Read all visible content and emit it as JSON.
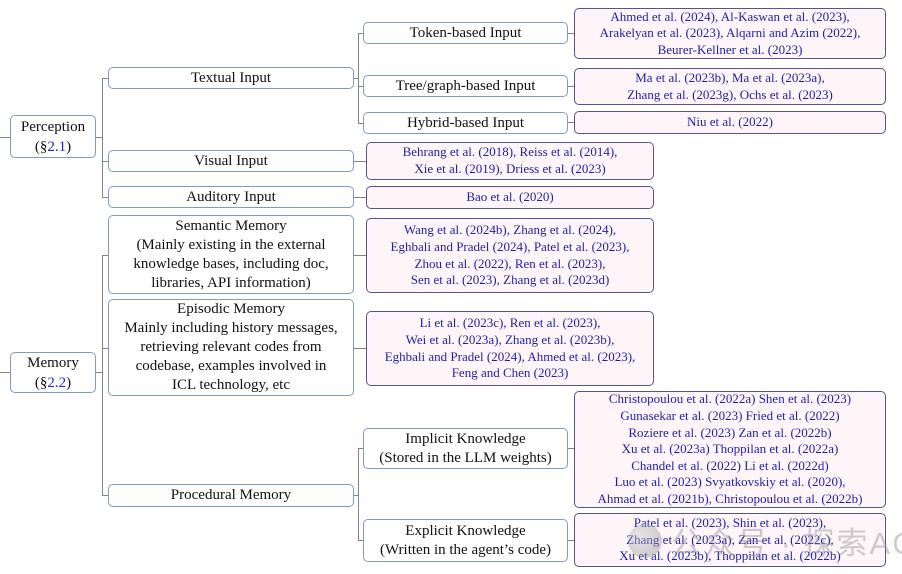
{
  "nodes": {
    "perception": {
      "title": "Perception",
      "sec_pre": "(§",
      "sec_num": "2.1",
      "sec_post": ")"
    },
    "memory": {
      "title": "Memory",
      "sec_pre": "(§",
      "sec_num": "2.2",
      "sec_post": ")"
    },
    "textual": {
      "label": "Textual Input"
    },
    "visual": {
      "label": "Visual Input"
    },
    "auditory": {
      "label": "Auditory Input"
    },
    "token": {
      "label": "Token-based Input"
    },
    "tree": {
      "label": "Tree/graph-based Input"
    },
    "hybrid": {
      "label": "Hybrid-based Input"
    },
    "semantic": {
      "label": "Semantic Memory\n(Mainly existing in the external\nknowledge bases, including doc,\nlibraries, API information)"
    },
    "episodic": {
      "label": "Episodic Memory\nMainly including history messages,\nretrieving relevant codes from\ncodebase, examples involved in\nICL technology, etc"
    },
    "procedural": {
      "label": "Procedural Memory"
    },
    "implicit": {
      "label": "Implicit Knowledge\n(Stored in the LLM weights)"
    },
    "explicit": {
      "label": "Explicit Knowledge\n(Written in the agent’s code)"
    }
  },
  "citations": {
    "token": "Ahmed et al. (2024), Al-Kaswan et al. (2023),\nArakelyan et al. (2023), Alqarni and Azim (2022),\nBeurer-Kellner et al. (2023)",
    "tree": "Ma et al. (2023b), Ma et al. (2023a),\nZhang et al. (2023g), Ochs et al. (2023)",
    "hybrid": "Niu et al. (2022)",
    "visual": "Behrang et al. (2018), Reiss et al. (2014),\nXie et al. (2019), Driess et al. (2023)",
    "auditory": "Bao et al. (2020)",
    "semantic": "Wang et al. (2024b), Zhang et al. (2024),\nEghbali and Pradel (2024), Patel et al. (2023),\nZhou et al. (2022), Ren et al. (2023),\nSen et al. (2023), Zhang et al. (2023d)",
    "episodic": "Li et al. (2023c), Ren et al. (2023),\nWei et al. (2023a), Zhang et al. (2023b),\nEghbali and Pradel (2024), Ahmed et al. (2023),\nFeng and Chen (2023)",
    "implicit": "Christopoulou et al. (2022a) Shen et al. (2023)\nGunasekar et al. (2023) Fried et al. (2022)\nRoziere et al. (2023) Zan et al. (2022b)\nXu et al. (2023a) Thoppilan et al. (2022a)\nChandel et al. (2022) Li et al. (2022d)\nLuo et al. (2023) Svyatkovskiy et al. (2020),\nAhmad et al. (2021b), Christopoulou et al. (2022b)",
    "explicit": "Patel et al. (2023), Shin et al. (2023),\nZhang et al. (2023a), Zan et al. (2022c),\nXu et al. (2023b), Thoppilan et al. (2022b)"
  },
  "watermark": {
    "text": "公众号 · 探索AGI"
  },
  "colors": {
    "node_border": "#7d9dbe",
    "citation_border": "#55558c",
    "citation_background": "#fdf5f8",
    "citation_text": "#1e1ea8",
    "section_ref": "#2525c8",
    "connector": "#838383"
  }
}
